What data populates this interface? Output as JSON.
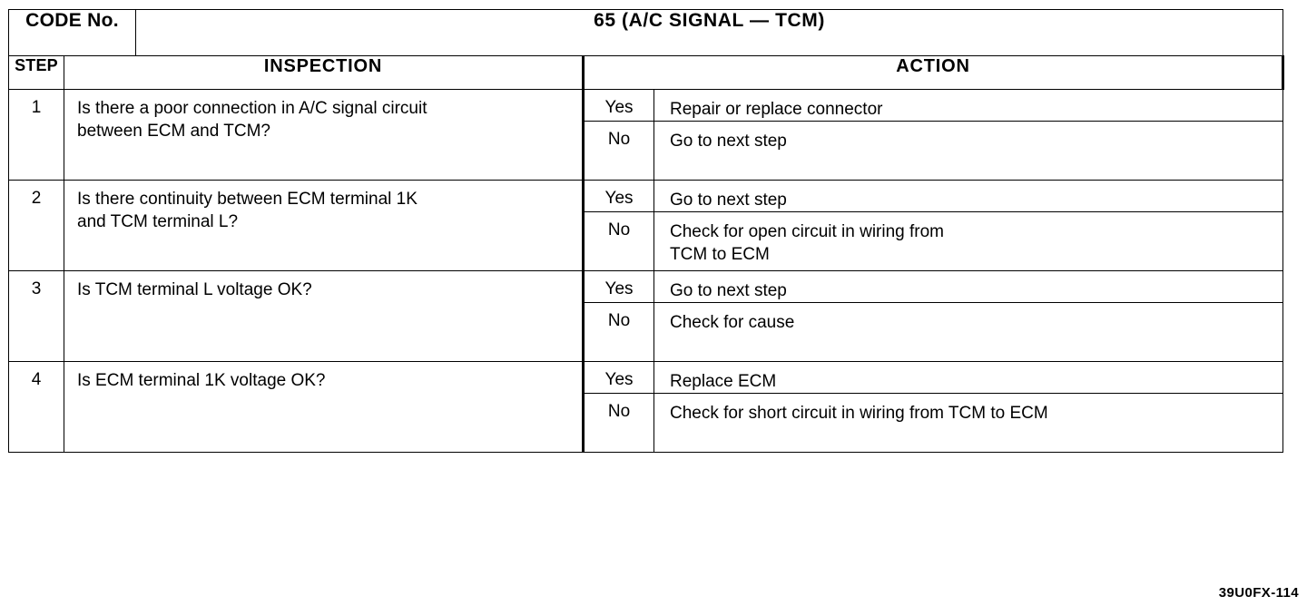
{
  "header": {
    "code_label": "CODE No.",
    "code_title": "65 (A/C  SIGNAL — TCM)"
  },
  "columns": {
    "step": "STEP",
    "inspection": "INSPECTION",
    "action": "ACTION"
  },
  "answers": {
    "yes": "Yes",
    "no": "No"
  },
  "rows": [
    {
      "step": "1",
      "inspection": "Is there a poor connection in A/C signal circuit\nbetween ECM and TCM?",
      "yes_label": "Yes",
      "yes_action": "Repair or replace connector",
      "no_label": "No",
      "no_action": "Go to next step"
    },
    {
      "step": "2",
      "inspection": "Is there continuity between ECM terminal 1K\nand TCM terminal L?",
      "yes_label": "Yes",
      "yes_action": "Go to next step",
      "no_label": "No",
      "no_action": "Check for open circuit in wiring from\nTCM to ECM"
    },
    {
      "step": "3",
      "inspection": "Is TCM terminal L voltage OK?",
      "yes_label": "Yes",
      "yes_action": "Go to next step",
      "no_label": "No",
      "no_action": "Check for cause"
    },
    {
      "step": "4",
      "inspection": "Is ECM terminal 1K voltage OK?",
      "yes_label": "Yes",
      "yes_action": "Replace ECM",
      "no_label": "No",
      "no_action": "Check for short circuit in wiring from TCM to ECM"
    }
  ],
  "footer": {
    "reference_code": "39U0FX-114"
  }
}
